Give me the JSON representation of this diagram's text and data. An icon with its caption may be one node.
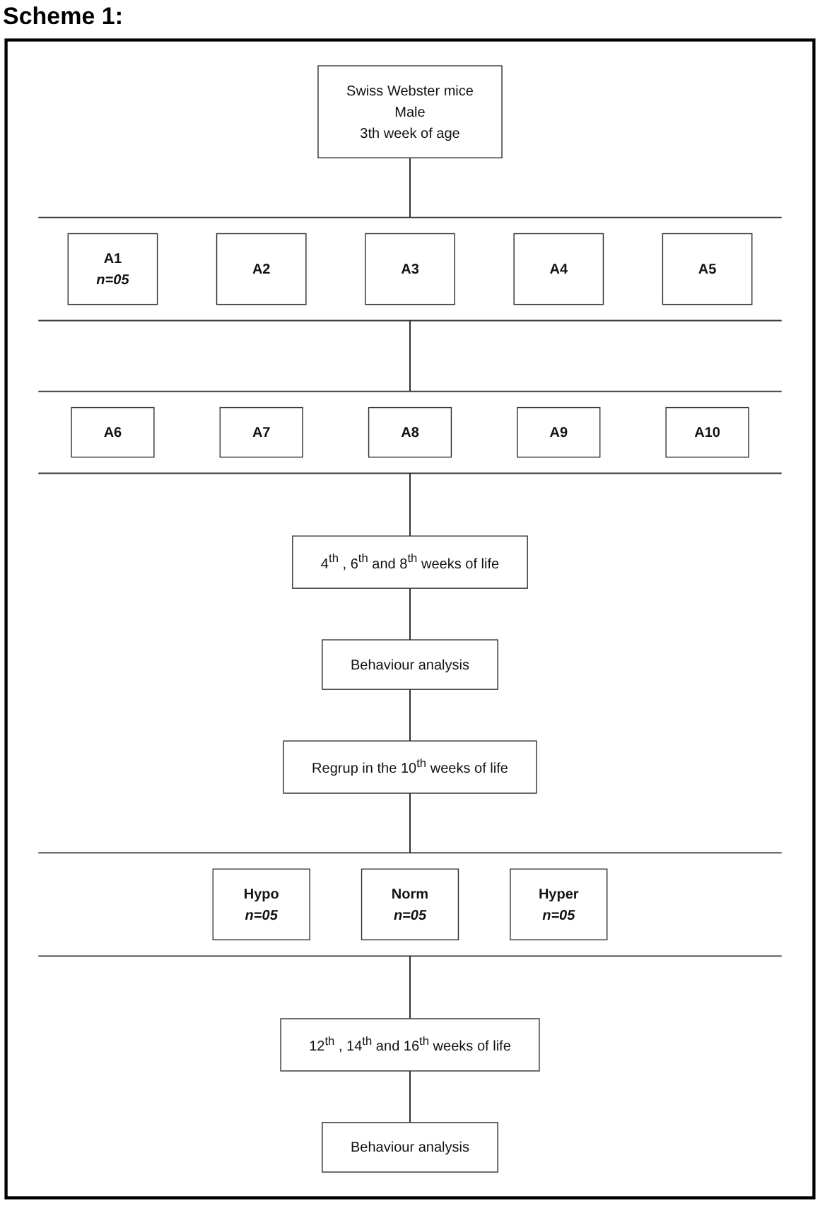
{
  "diagram": {
    "title": "Scheme 1:",
    "nodes": [
      {
        "text": [],
        "shape": "box"
      },
      {
        "text": [
          "Swiss Webster mice",
          "Male",
          "3th week of age"
        ],
        "in": 0
      },
      {
        "text": [],
        "shape": "band",
        "in": 0
      },
      {
        "text": [
          "A1",
          "n=05"
        ],
        "in": 2
      },
      {
        "text": [
          "A2"
        ],
        "in": 2
      },
      {
        "text": [
          "A3"
        ],
        "in": 2
      },
      {
        "text": [
          "A4"
        ],
        "in": 2
      },
      {
        "text": [
          "A5"
        ],
        "in": 2
      },
      {
        "text": [],
        "shape": "band",
        "in": 0
      },
      {
        "text": [
          "A6"
        ],
        "in": 8
      },
      {
        "text": [
          "A7"
        ],
        "in": 8
      },
      {
        "text": [
          "A8"
        ],
        "in": 8
      },
      {
        "text": [
          "A9"
        ],
        "in": 8
      },
      {
        "text": [
          "A10"
        ],
        "in": 8
      },
      {
        "text": [
          "4$^{th}$ , 6$^{th}$ and 8$^{th}$ weeks of life"
        ],
        "in": 0
      },
      {
        "text": [
          "Behaviour analysis"
        ],
        "in": 0
      },
      {
        "text": [
          "Regrup in the 10$^{th}$ weeks of life"
        ],
        "in": 0
      },
      {
        "text": [],
        "shape": "band",
        "in": 0
      },
      {
        "text": [
          "Hypo",
          "n=05"
        ],
        "in": 17
      },
      {
        "text": [
          "Norm",
          "n=05"
        ],
        "in": 17
      },
      {
        "text": [
          "Hyper",
          "n=05"
        ],
        "in": 17
      },
      {
        "text": [
          "12$^{th}$ , 14$^{th}$ and 16$^{th}$ weeks of life"
        ],
        "in": 0
      },
      {
        "text": [
          "Behaviour analysis"
        ],
        "in": 0
      }
    ],
    "edges": [
      {
        "from": 1,
        "to": 2,
        "arrow": "none"
      },
      {
        "from": 2,
        "to": 8,
        "arrow": "none"
      },
      {
        "from": 8,
        "to": 14,
        "arrow": "none"
      },
      {
        "from": 14,
        "to": 15,
        "arrow": "none"
      },
      {
        "from": 15,
        "to": 16,
        "arrow": "none"
      },
      {
        "from": 16,
        "to": 17,
        "arrow": "none"
      },
      {
        "from": 17,
        "to": 21,
        "arrow": "none"
      },
      {
        "from": 21,
        "to": 22,
        "arrow": "none"
      }
    ]
  }
}
